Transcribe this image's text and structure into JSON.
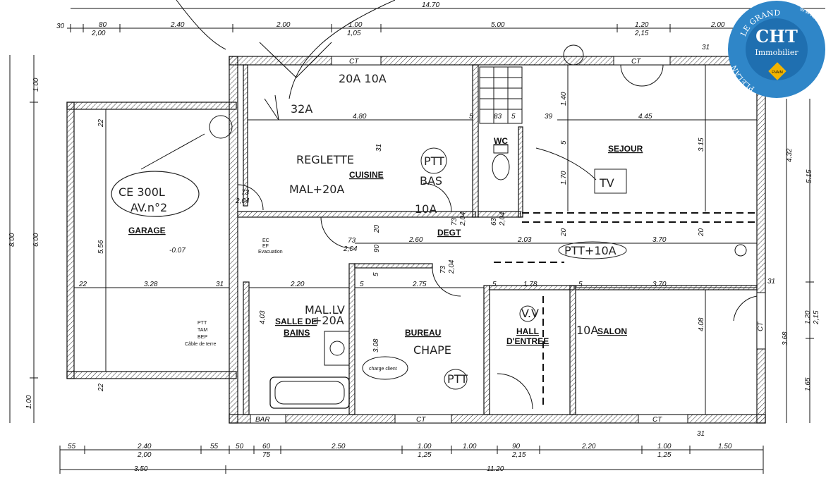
{
  "top_dimensions": {
    "overall": "14.70",
    "segments": [
      {
        "value": "30"
      },
      {
        "value": "80",
        "sub": "2,00"
      },
      {
        "value": "2.40"
      },
      {
        "value": "2.00"
      },
      {
        "value": "1.00",
        "sub": "1,05"
      },
      {
        "value": "5.00"
      },
      {
        "value": "1.20",
        "sub": "2,15"
      },
      {
        "value": "2.00"
      }
    ]
  },
  "bottom_dimensions": {
    "segments": [
      {
        "value": "55"
      },
      {
        "value": "2.40",
        "sub": "2,00"
      },
      {
        "value": "55"
      },
      {
        "value": "50"
      },
      {
        "value": "60",
        "sub": "75"
      },
      {
        "value": "2.50"
      },
      {
        "value": "1.00",
        "sub": "1,25"
      },
      {
        "value": "1.00"
      },
      {
        "value": "90",
        "sub": "2,15"
      },
      {
        "value": "2.20"
      },
      {
        "value": "1.00",
        "sub": "1,25"
      },
      {
        "value": "1.50"
      }
    ],
    "row2_left": "3.50",
    "row2_right": "11.20"
  },
  "left_dimensions": {
    "overall": "8.00",
    "a": "1.00",
    "b": "6.00",
    "c": "1.00"
  },
  "right_dimensions": {
    "outer": "5.15",
    "outer_b": "3.68",
    "mid": "4.32",
    "r1": "1.20",
    "r1_sub": "2,15",
    "r2": "1.65",
    "r_top": "31",
    "r_bot": "31",
    "r_mid": "31"
  },
  "rooms": {
    "garage": "GARAGE",
    "cuisine": "CUISINE",
    "wc": "WC",
    "sejour": "SEJOUR",
    "degt": "DEGT",
    "salle_de_bains": "SALLE DE",
    "salle_de_bains_2": "BAINS",
    "bureau": "BUREAU",
    "hall": "HALL",
    "hall_2": "D'ENTREE",
    "salon": "SALON"
  },
  "inner_dimensions": {
    "garage_width": "3.28",
    "garage_22a": "22",
    "garage_31": "31",
    "garage_height": "5.56",
    "garage_level": "-0.07",
    "garage_22b": "22",
    "garage_22c": "22",
    "cuisine_width": "4.80",
    "cuisine_31": "31",
    "wc_5a": "5",
    "wc_83": "83",
    "wc_5b": "5",
    "sejour_39": "39",
    "sejour_width": "4.45",
    "sejour_140": "1.40",
    "sejour_170": "1.70",
    "sejour_315": "3.15",
    "sejour_5": "5",
    "sejour_20a": "20",
    "sejour_20b": "20",
    "degt_260": "2.60",
    "degt_203": "2.03",
    "degt_370": "3.70",
    "degt_90": "90",
    "degt_20": "20",
    "sdb_220": "2.20",
    "sdb_403": "4.03",
    "bureau_5": "5",
    "bureau_275": "2.75",
    "bureau_308": "3.08",
    "bureau_5b": "5",
    "hall_5": "5",
    "hall_178": "1.78",
    "salon_5": "5",
    "salon_370": "3.70",
    "salon_408": "4.08",
    "door_73_204_a": "73",
    "door_73_204_a2": "2,04",
    "door_73_204_b": "73",
    "door_73_204_b2": "2,04",
    "door_73_204_c": "73",
    "door_73_204_c2": "2,04",
    "door_63_204": "63",
    "door_63_204b": "2,04",
    "door_73_204_d": "73",
    "door_73_204_d2": "2,04"
  },
  "annotations": {
    "ce300": "CE 300L",
    "av2": "AV.n°2",
    "a32": "32A",
    "reglette": "REGLETTE",
    "mal20": "MAL+20A",
    "ptt_cuisine": "PTT",
    "bas": "BAS",
    "a10_cuisine": "10A",
    "a20_10": "20A 10A",
    "tv": "TV",
    "ptt10": "PTT+10A",
    "mal_lv": "MAL.LV",
    "a20a": "+20A",
    "chape": "CHAPE",
    "ptt_bureau": "PTT",
    "charge_client": "charge client",
    "vv": "V.V",
    "a10_salon": "10A",
    "bar": "BAR",
    "ec": "EC",
    "ef": "EF",
    "evacuation": "Evacuation",
    "ct_labels": [
      "CT",
      "CT",
      "CT",
      "CT",
      "CT"
    ],
    "garage_labels": [
      "PTT",
      "TAM",
      "BEP",
      "Câble de terre"
    ]
  },
  "logo": {
    "arc_text": "LE GRAND",
    "left_text": "PLELAN",
    "url": "www.cht-immobilier.com",
    "brand": "CHT",
    "sub": "Immobilier",
    "badge": "FNAIM"
  },
  "colors": {
    "logo_blue": "#2f86c8",
    "logo_ring": "#1f6fb0",
    "badge": "#f2b400"
  }
}
